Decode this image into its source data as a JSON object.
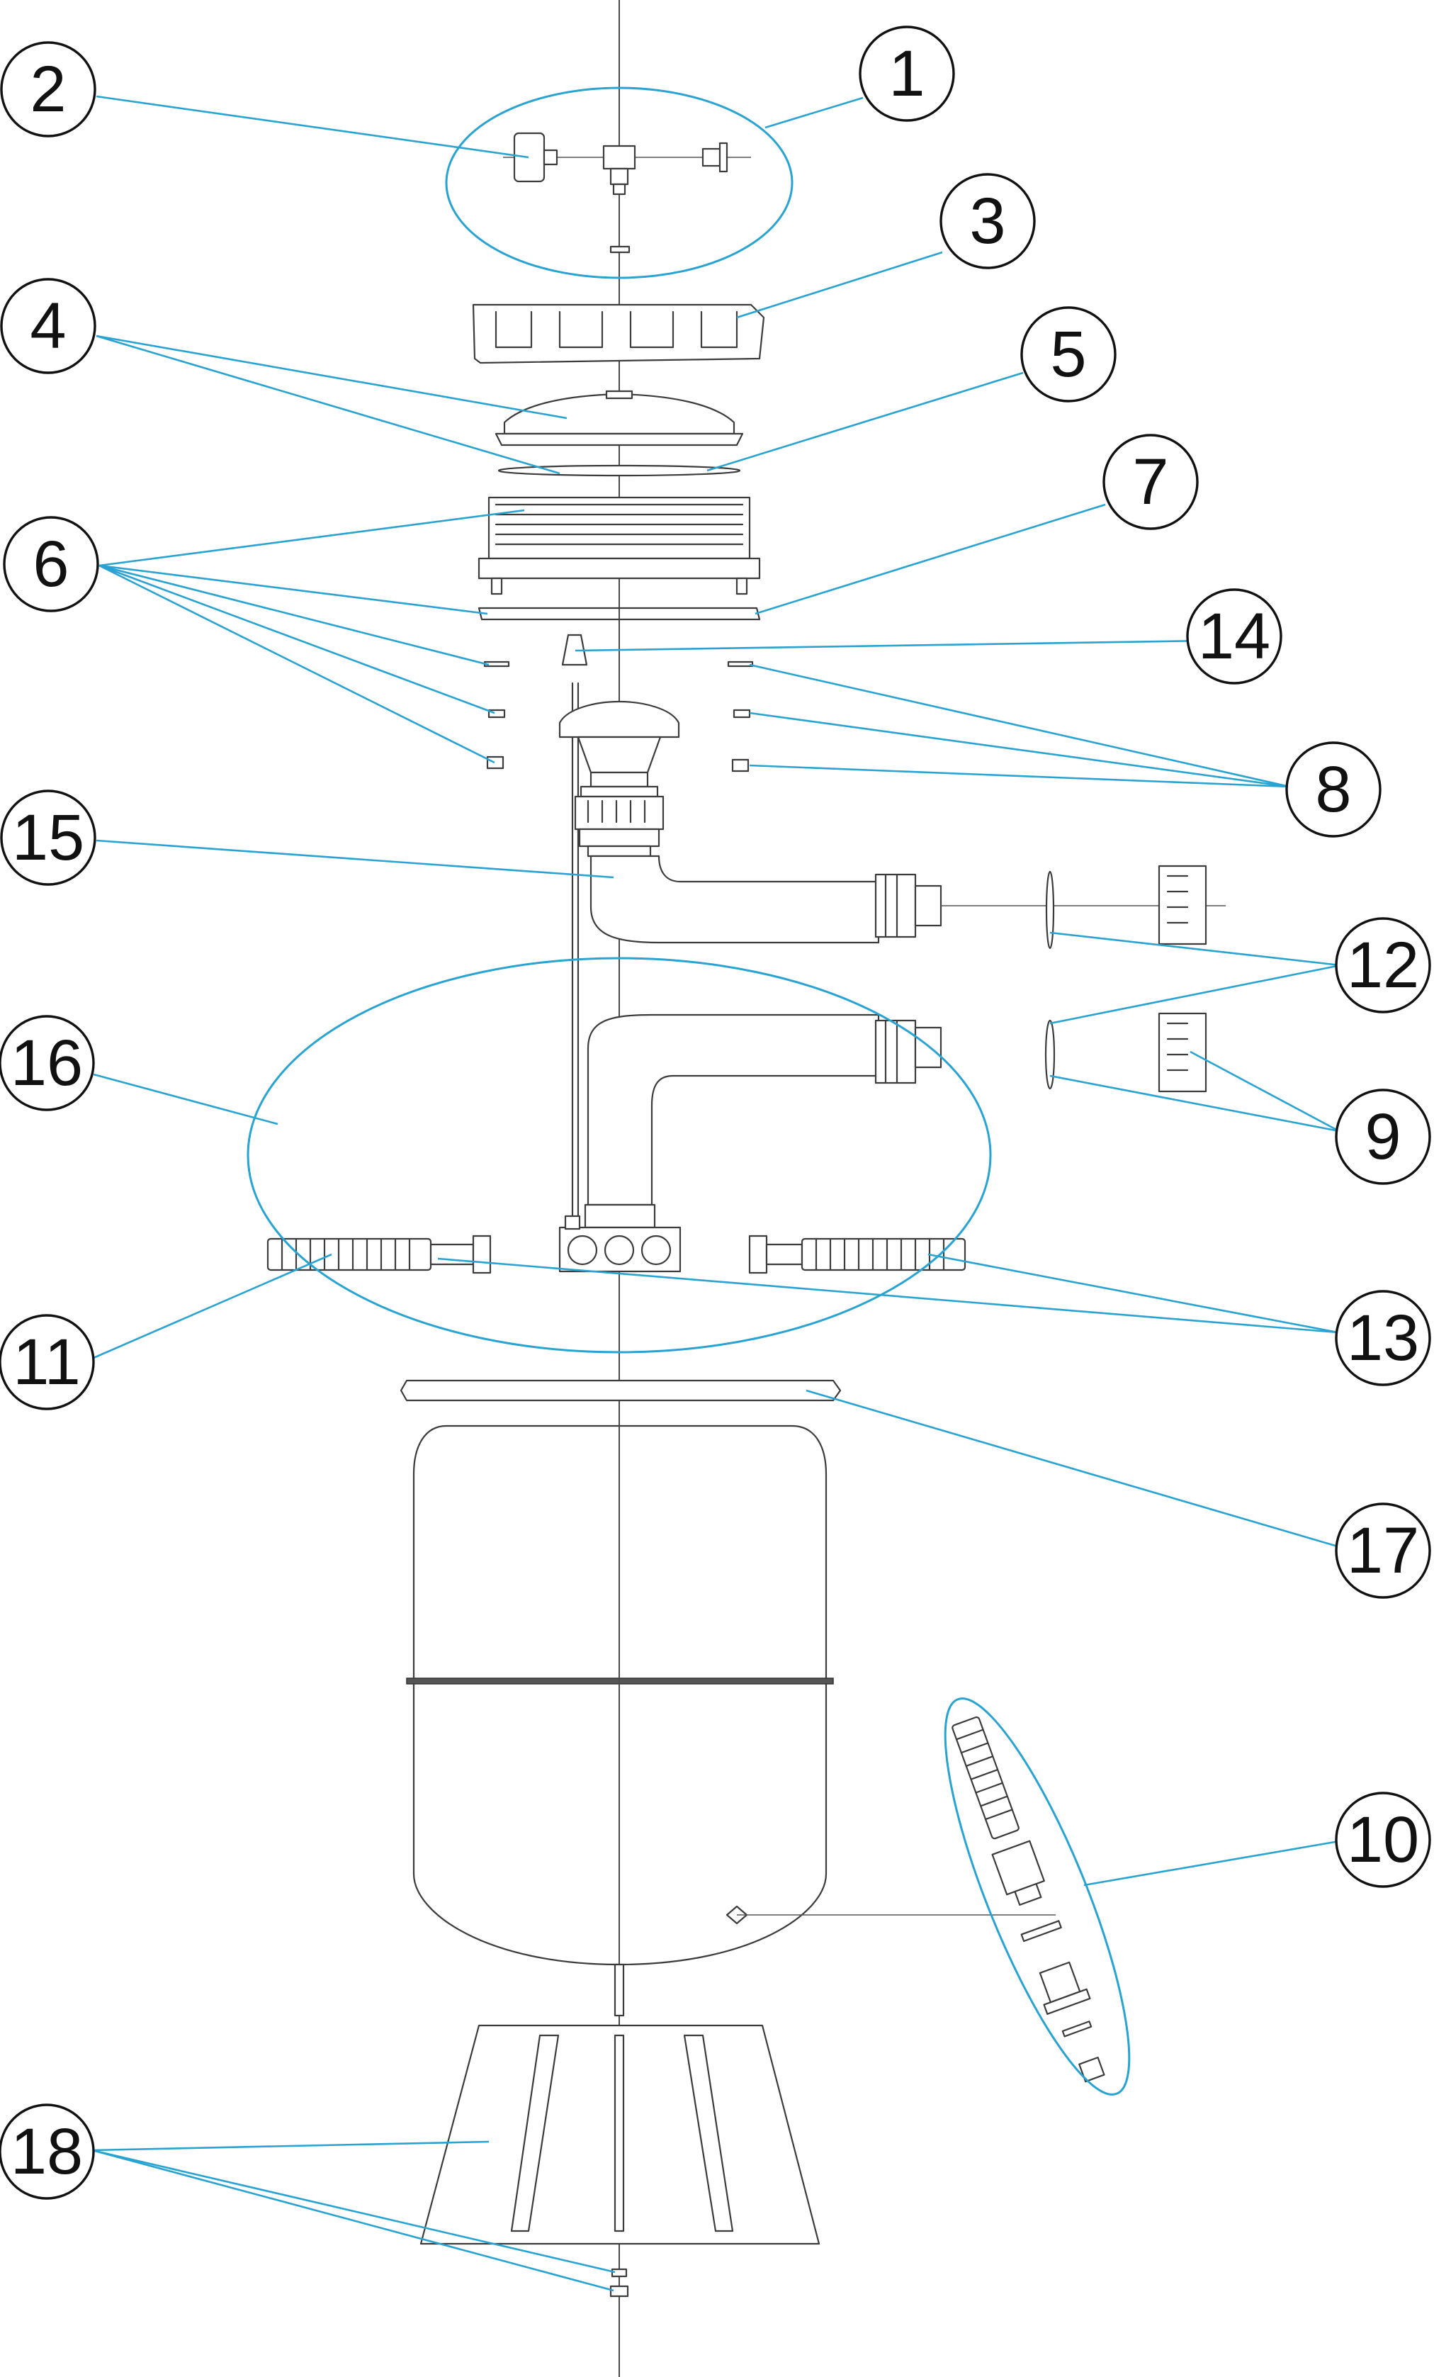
{
  "colors": {
    "leader": "#29a3d1",
    "line": "#3c3c3c",
    "callout_stroke": "#111111",
    "background": "#ffffff"
  },
  "callouts": [
    {
      "label": "1"
    },
    {
      "label": "2"
    },
    {
      "label": "3"
    },
    {
      "label": "4"
    },
    {
      "label": "5"
    },
    {
      "label": "6"
    },
    {
      "label": "7"
    },
    {
      "label": "14"
    },
    {
      "label": "8"
    },
    {
      "label": "15"
    },
    {
      "label": "12"
    },
    {
      "label": "16"
    },
    {
      "label": "9"
    },
    {
      "label": "11"
    },
    {
      "label": "13"
    },
    {
      "label": "17"
    },
    {
      "label": "10"
    },
    {
      "label": "18"
    }
  ]
}
